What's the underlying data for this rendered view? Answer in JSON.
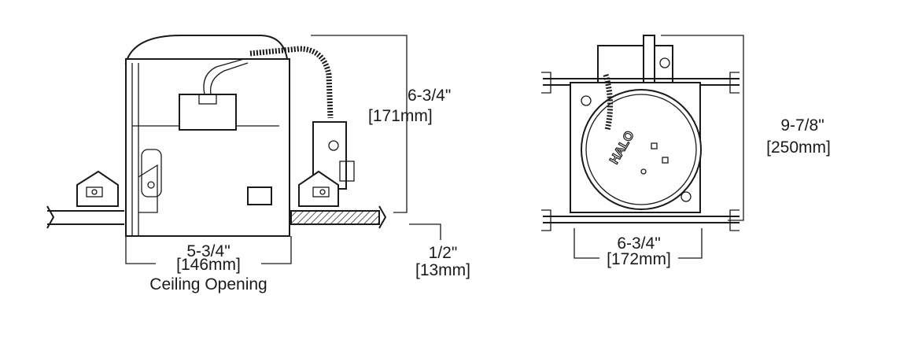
{
  "side_view": {
    "height_dim": {
      "imperial": "6-3/4\"",
      "metric": "[171mm]"
    },
    "opening_dim": {
      "imperial": "5-3/4\"",
      "metric": "[146mm]",
      "caption": "Ceiling Opening"
    },
    "ceiling_dim": {
      "imperial": "1/2\"",
      "metric": "[13mm]"
    }
  },
  "top_view": {
    "height_dim": {
      "imperial": "9-7/8\"",
      "metric": "[250mm]"
    },
    "width_dim": {
      "imperial": "6-3/4\"",
      "metric": "[172mm]"
    },
    "logo": "HALO"
  }
}
